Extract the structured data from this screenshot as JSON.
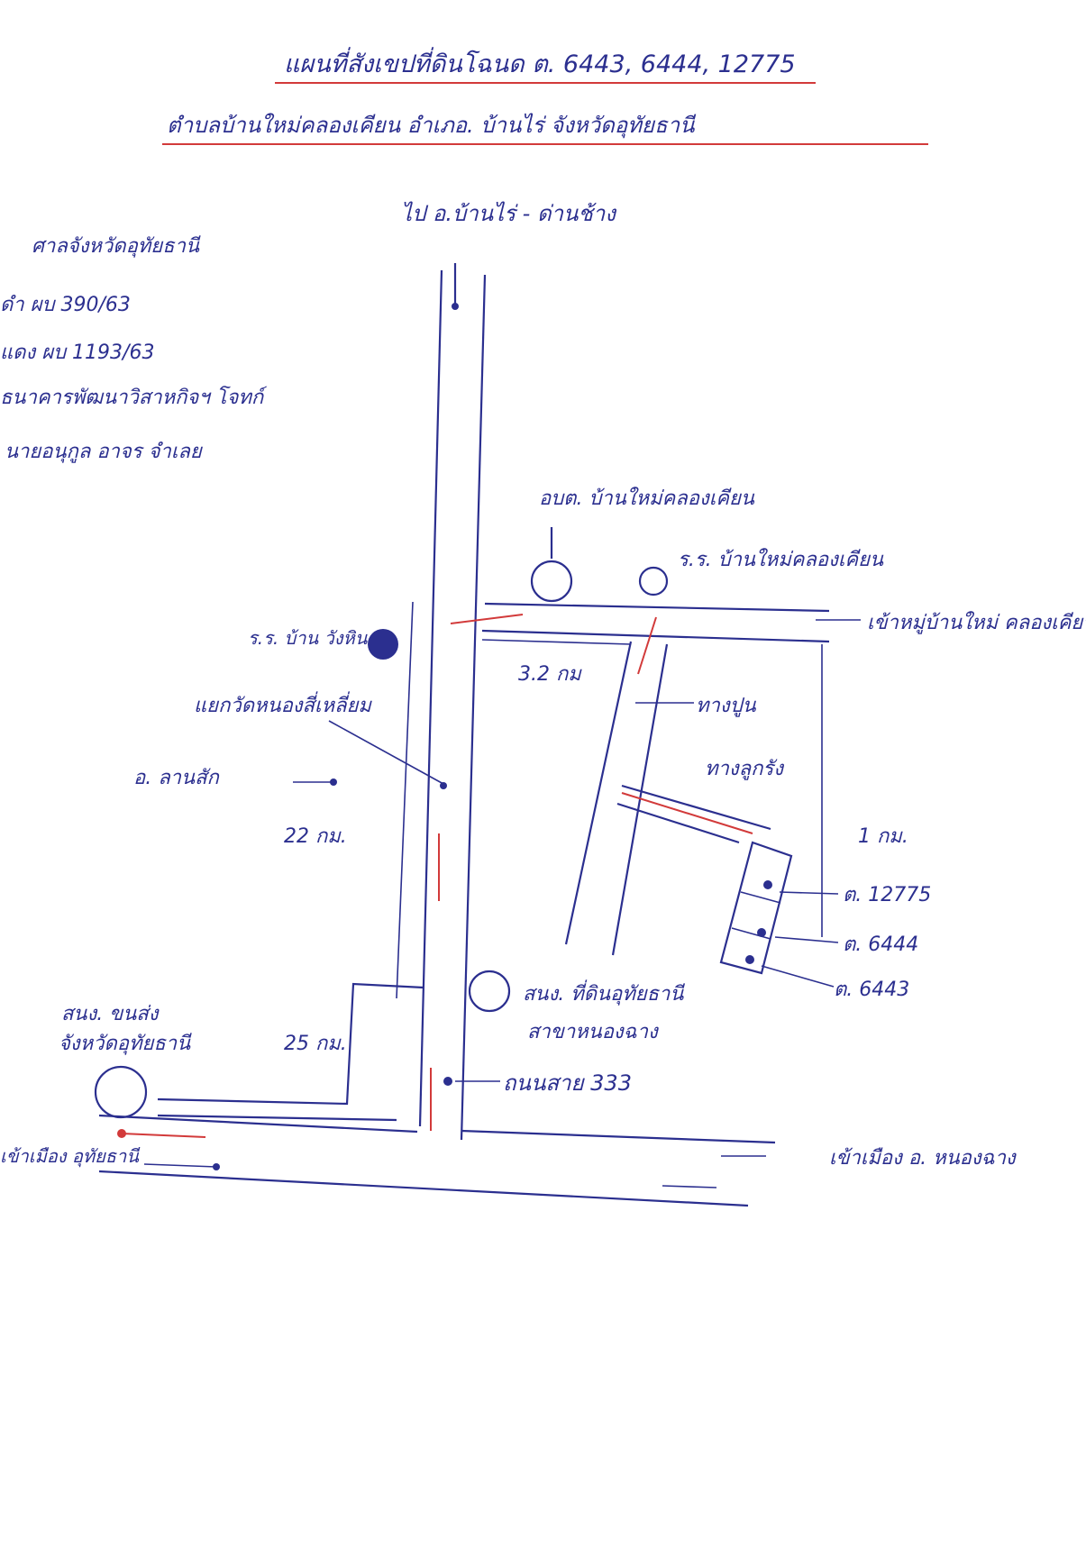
{
  "header": {
    "title_line1": "แผนที่สังเขปที่ดินโฉนด ต. 6443, 6444, 12775",
    "title_line2": "ตำบลบ้านใหม่คลองเคียน อำเภอ. บ้านไร่ จังหวัดอุทัยธานี"
  },
  "case_note": {
    "line1": "ศาลจังหวัดอุทัยธานี",
    "line2": "ดำ ผบ 390/63",
    "line3": "แดง ผบ 1193/63",
    "line4": "ธนาคารพัฒนาวิสาหกิจฯ โจทก์",
    "line5": "นายอนุกูล อาจร จำเลย"
  },
  "labels": {
    "north": "ไป อ.บ้านไร่ - ด่านช้าง",
    "obt": "อบต. บ้านใหม่คลองเคียน",
    "school_top": "ร.ร. บ้านใหม่คลองเคียน",
    "to_village": "เข้าหมู่บ้านใหม่ คลองเคียน",
    "school_left": "ร.ร. บ้าน วังหิน",
    "junction": "แยกวัดหนองสี่เหลี่ยม",
    "dist_3": "3.2 กม",
    "concrete_road": "ทางปูน",
    "dirt_road": "ทางลูกรัง",
    "amphoe_west": "อ. ลานสัก",
    "dist_22": "22 กม.",
    "dist_1": "1 กม.",
    "parcel_12775": "ต. 12775",
    "parcel_6444": "ต. 6444",
    "parcel_6443": "ต. 6443",
    "land_office_line1": "สนง. ที่ดินอุทัยธานี",
    "land_office_line2": "สาขาหนองฉาง",
    "transport_office_line1": "สนง. ขนส่ง",
    "transport_office_line2": "จังหวัดอุทัยธานี",
    "dist_25": "25 กม.",
    "highway": "ถนนสาย 333",
    "to_city": "เข้าเมือง อุทัยธานี",
    "to_nongchang": "เข้าเมือง อ. หนองฉาง"
  },
  "colors": {
    "ink": "#2b2f8f",
    "route": "#d23a3a"
  }
}
